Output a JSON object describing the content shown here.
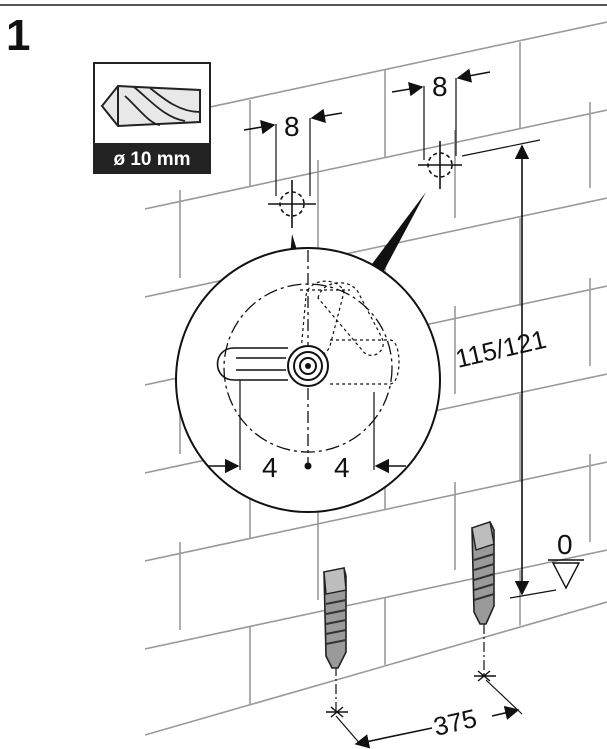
{
  "step_number": "1",
  "drill_bit": {
    "icon": "drill-bit-icon",
    "size_label": "ø 10 mm"
  },
  "dimensions": {
    "hole_spacing_left": "8",
    "hole_spacing_right": "8",
    "height": "115/121",
    "zero_mark": "0",
    "bracket_offset_left": "4",
    "bracket_offset_right": "4",
    "anchor_spacing": "375"
  },
  "colors": {
    "line": "#111111",
    "wall_line": "#999999",
    "label_bg": "#222222",
    "anchor_body": "#9a9a9a"
  }
}
